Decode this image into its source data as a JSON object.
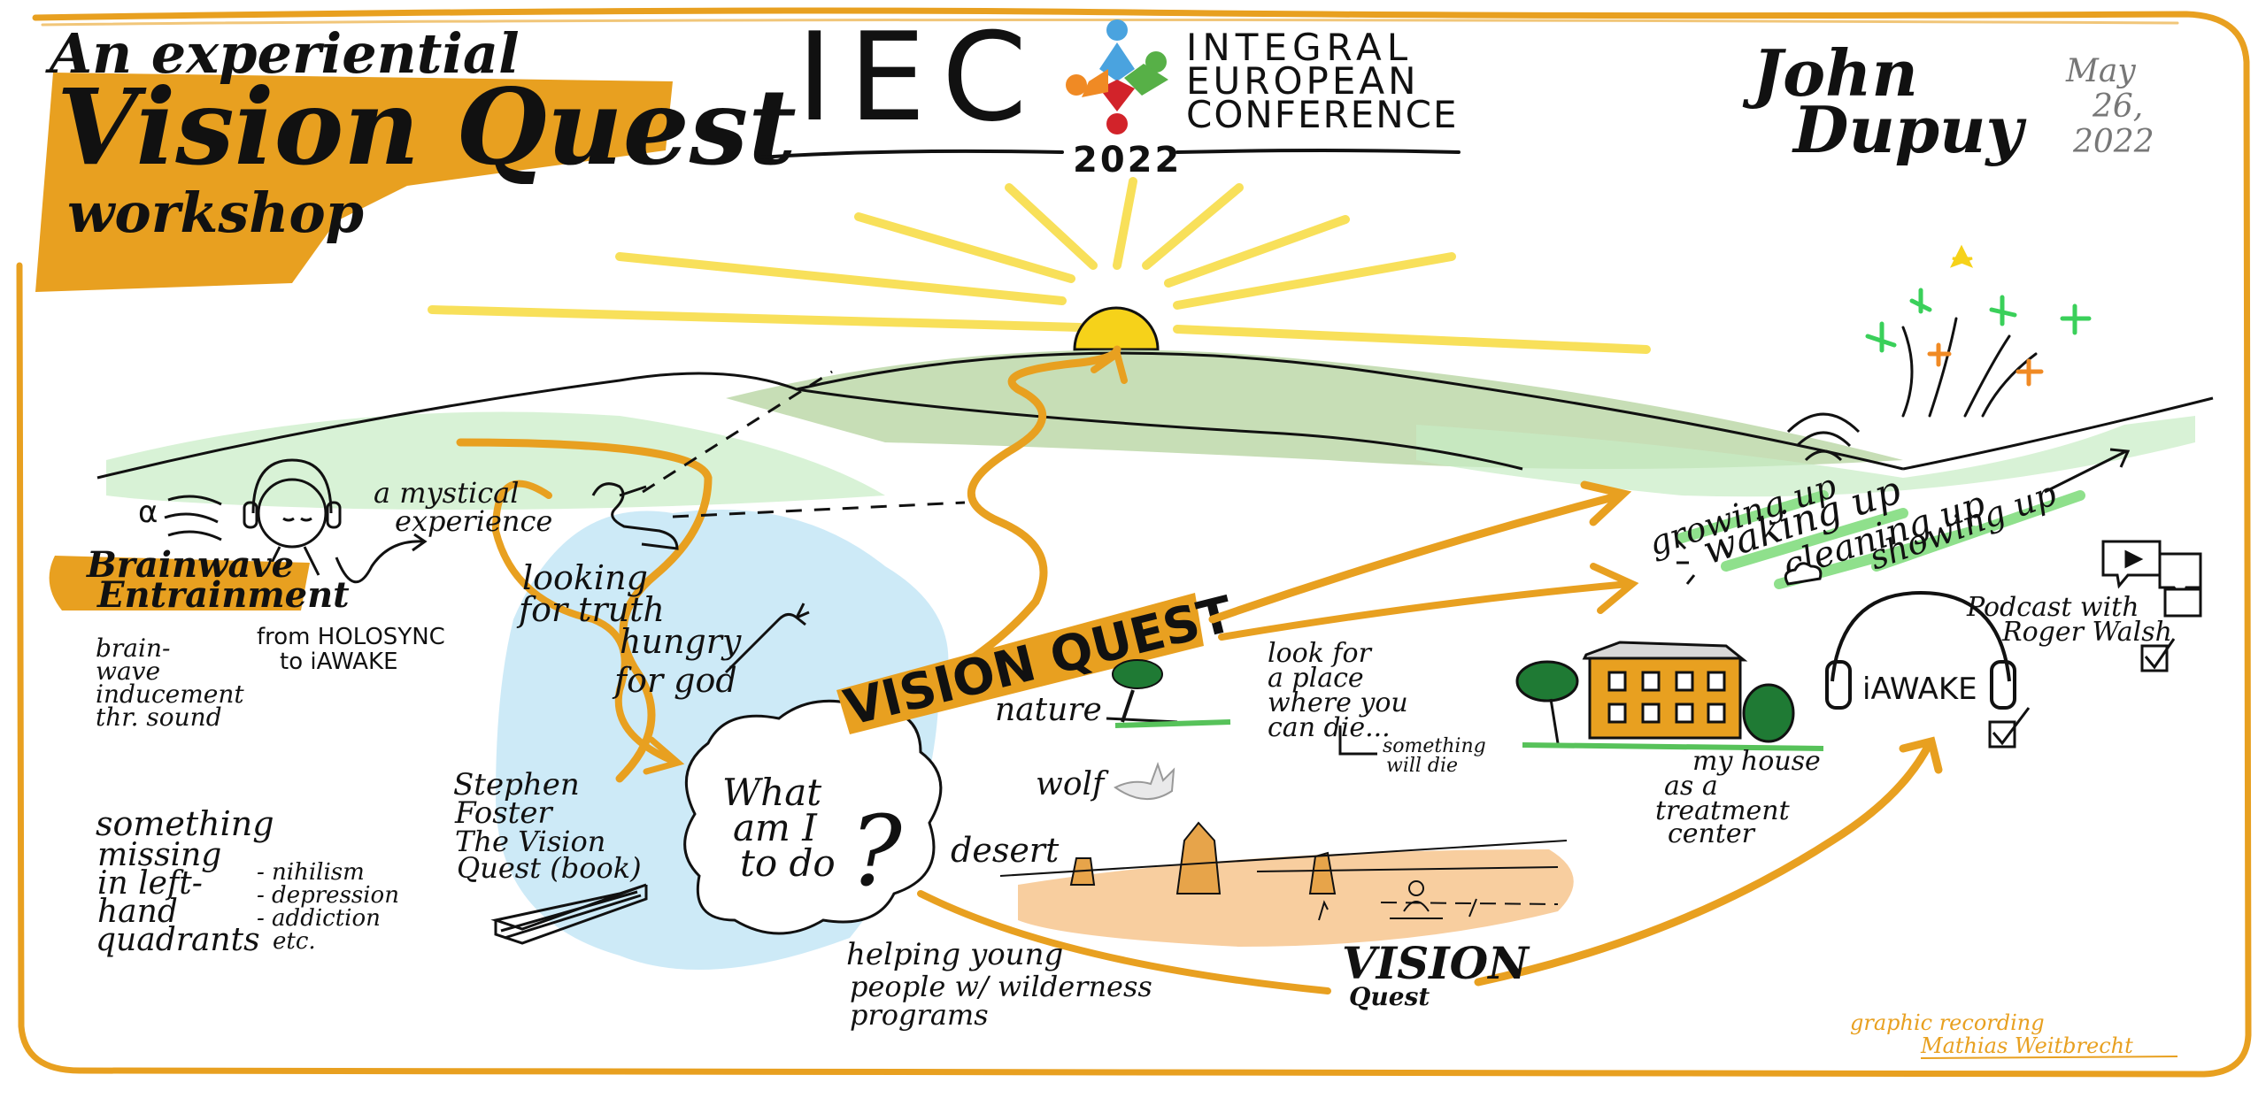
{
  "title": {
    "line1": "An experiential",
    "line2": "Vision Quest",
    "line3": "workshop"
  },
  "logo": {
    "letters": "IEC",
    "name_line1": "INTEGRAL",
    "name_line2": "EUROPEAN",
    "name_line3": "CONFERENCE",
    "year": "2022"
  },
  "speaker": {
    "line1": "John",
    "line2": "Dupuy"
  },
  "date": {
    "line1": "May",
    "line2": "26,",
    "line3": "2022"
  },
  "notes": {
    "alpha": "α",
    "mystical_1": "a mystical",
    "mystical_2": "experience",
    "brainwave_1": "Brainwave",
    "brainwave_2": "Entrainment",
    "brainwave_desc_1": "brain-",
    "brainwave_desc_2": "wave",
    "brainwave_desc_3": "inducement",
    "brainwave_desc_4": "thr. sound",
    "holosync_1": "from HOLOSYNC",
    "holosync_2": "to iAWAKE",
    "looking_1": "looking",
    "looking_2": "for truth",
    "hungry_1": "hungry",
    "hungry_2": "for god",
    "missing_1": "something",
    "missing_2": "missing",
    "missing_3": "in left-",
    "missing_4": "hand",
    "missing_5": "quadrants",
    "nihilism_1": "- nihilism",
    "nihilism_2": "- depression",
    "nihilism_3": "- addiction",
    "nihilism_4": "etc.",
    "foster_1": "Stephen",
    "foster_2": "Foster",
    "foster_3": "The Vision",
    "foster_4": "Quest (book)",
    "whatdo_1": "What",
    "whatdo_2": "am I",
    "whatdo_3": "to do",
    "whatdo_q": "?",
    "banner": "VISION QUEST",
    "nature": "nature",
    "wolf": "wolf",
    "desert": "desert",
    "helping_1": "helping young",
    "helping_2": "people w/ wilderness",
    "helping_3": "programs",
    "vq_small_1": "VISION",
    "vq_small_2": "Quest",
    "lookplace_1": "look for",
    "lookplace_2": "a place",
    "lookplace_3": "where you",
    "lookplace_4": "can die...",
    "willdie_1": "something",
    "willdie_2": "will die",
    "house_1": "my house",
    "house_2": "as a",
    "house_3": "treatment",
    "house_4": "center",
    "growing": "growing up",
    "waking": "waking up",
    "cleaning": "cleaning up",
    "showing": "showing up",
    "podcast_1": "Podcast with",
    "podcast_2": "Roger Walsh",
    "iawake": "iAWAKE",
    "credit_1": "graphic recording",
    "credit_2": "Mathias Weitbrecht"
  },
  "colors": {
    "orange": "#e8a020",
    "sun_yellow": "#f6d21a",
    "ray_yellow": "#f8e05a",
    "hill_green": "#b9d6a4",
    "light_green": "#c8ecc4",
    "sky_blue": "#c4e6f6",
    "ink": "#111111",
    "logo_blue": "#4aa3df",
    "logo_green": "#57b047",
    "logo_red": "#d2232a",
    "logo_orange": "#f08a24"
  }
}
